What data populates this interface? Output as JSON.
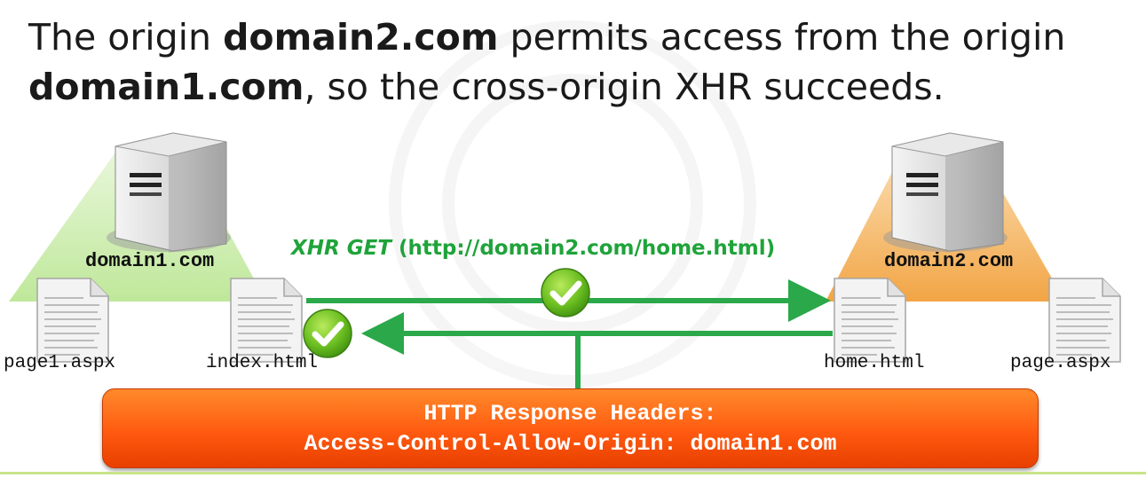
{
  "title": {
    "line1_prefix": "The origin ",
    "line1_bold": "domain2.com",
    "line1_suffix": " permits access from the origin",
    "line2_bold": "domain1.com",
    "line2_suffix": ", so the cross-origin XHR succeeds."
  },
  "left_server": {
    "label": "domain1.com",
    "files": [
      "page1.aspx",
      "index.html"
    ]
  },
  "right_server": {
    "label": "domain2.com",
    "files": [
      "home.html",
      "page.aspx"
    ]
  },
  "request": {
    "method_label": "XHR GET",
    "url_label": "(http://domain2.com/home.html)"
  },
  "response_banner": {
    "line1": "HTTP Response Headers:",
    "line2": "Access-Control-Allow-Origin: domain1.com"
  },
  "colors": {
    "arrow": "#2aa84a",
    "banner": "#ff6a1a",
    "left_zone": "#cfeeb0",
    "right_zone": "#f7b85a"
  }
}
